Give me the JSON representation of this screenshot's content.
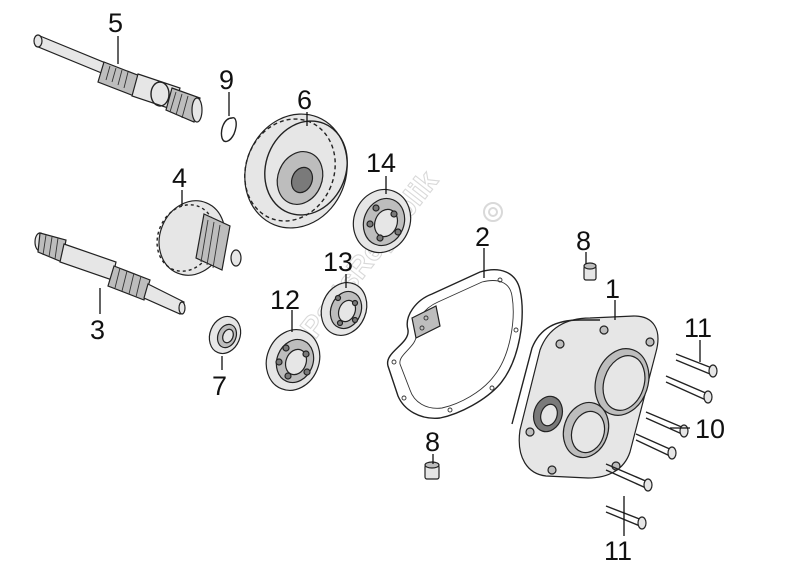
{
  "watermark": "PartsRepublik",
  "callouts": {
    "p1": "1",
    "p2": "2",
    "p3": "3",
    "p4": "4",
    "p5": "5",
    "p6": "6",
    "p7": "7",
    "p8a": "8",
    "p8b": "8",
    "p9": "9",
    "p10": "10",
    "p11a": "11",
    "p11b": "11",
    "p12": "12",
    "p13": "13",
    "p14": "14"
  }
}
